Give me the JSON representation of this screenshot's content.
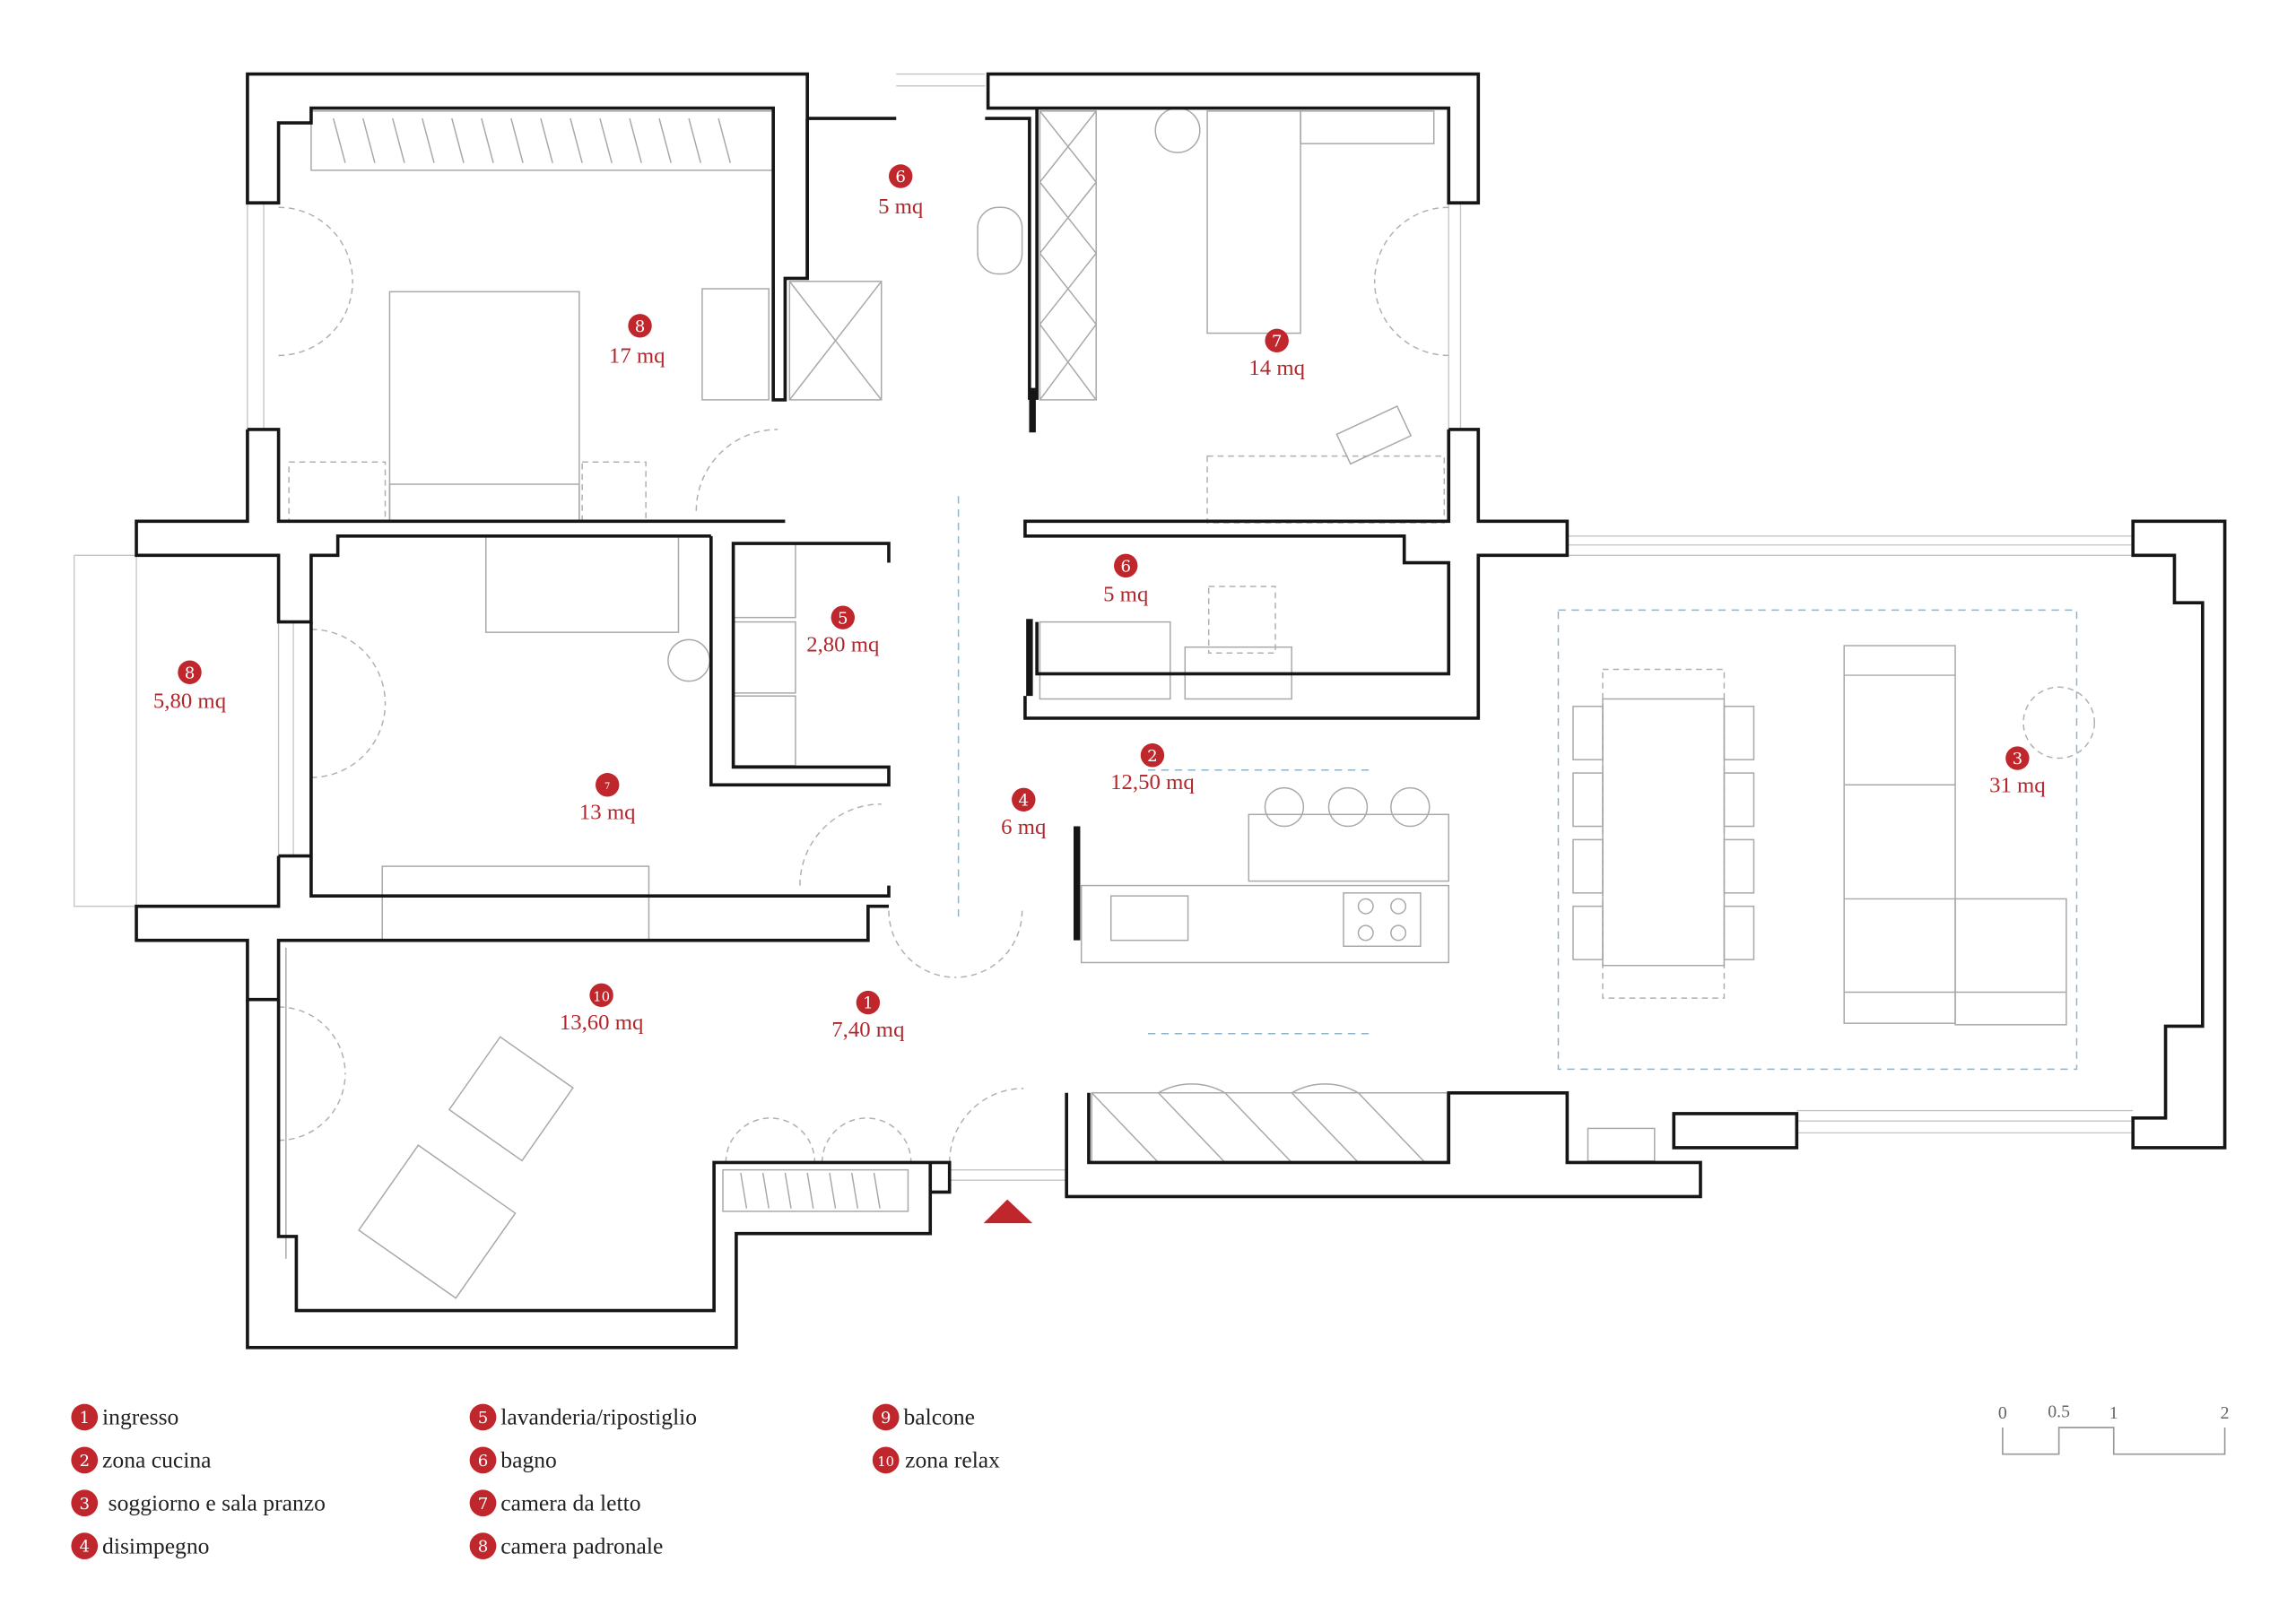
{
  "rooms": [
    {
      "num": "6",
      "area": "5 mq"
    },
    {
      "num": "8",
      "area": "17 mq"
    },
    {
      "num": "7",
      "area": "14 mq"
    },
    {
      "num": "6",
      "area": "5 mq"
    },
    {
      "num": "5",
      "area": "2,80 mq"
    },
    {
      "num": "8",
      "area": "5,80 mq"
    },
    {
      "num": "7",
      "area": "13 mq"
    },
    {
      "num": "2",
      "area": "12,50 mq"
    },
    {
      "num": "4",
      "area": "6 mq"
    },
    {
      "num": "3",
      "area": "31 mq"
    },
    {
      "num": "10",
      "area": "13,60 mq"
    },
    {
      "num": "1",
      "area": "7,40 mq"
    }
  ],
  "legend": [
    {
      "num": "1",
      "label": "ingresso"
    },
    {
      "num": "2",
      "label": "zona cucina"
    },
    {
      "num": "3",
      "label": "soggiorno e sala pranzo"
    },
    {
      "num": "4",
      "label": "disimpegno"
    },
    {
      "num": "5",
      "label": "lavanderia/ripostiglio"
    },
    {
      "num": "6",
      "label": "bagno"
    },
    {
      "num": "7",
      "label": "camera da letto"
    },
    {
      "num": "8",
      "label": "camera padronale"
    },
    {
      "num": "9",
      "label": "balcone"
    },
    {
      "num": "10",
      "label": "zona relax"
    }
  ],
  "scale_bar": {
    "ticks": [
      "0",
      "0.5",
      "1",
      "2"
    ]
  },
  "colors": {
    "accent": "#c0272d",
    "walls": "#161616",
    "furniture": "#a8a8a8",
    "lighting": "#8fb3c9"
  }
}
